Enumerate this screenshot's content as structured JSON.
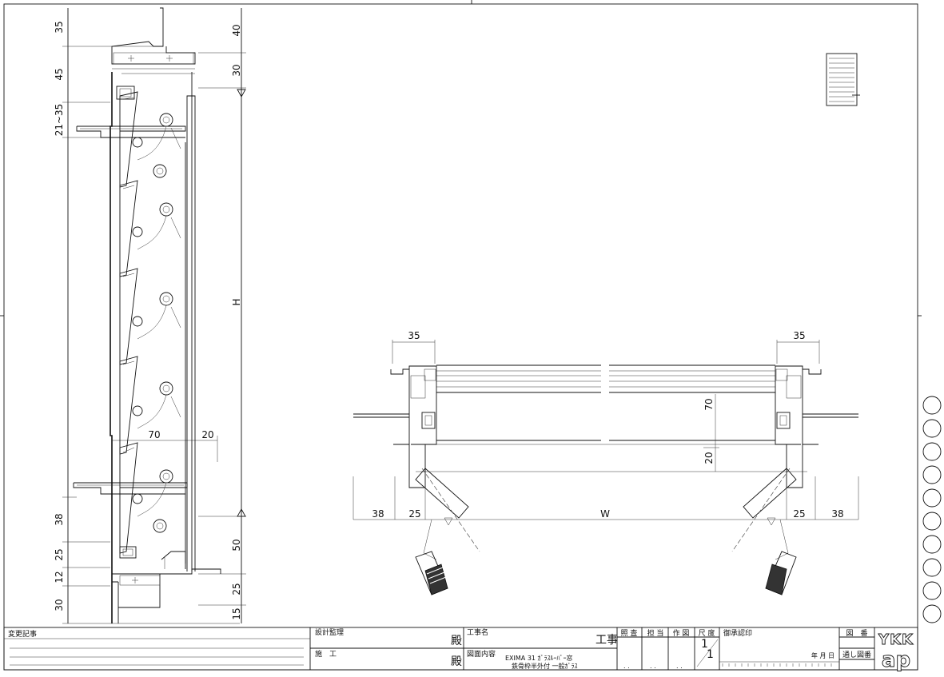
{
  "section_dims": {
    "left": [
      "35",
      "45",
      "21~35",
      "38",
      "25",
      "12",
      "30"
    ],
    "right": [
      "40",
      "30",
      "H",
      "50",
      "25",
      "15"
    ],
    "inner_70": "70",
    "inner_20": "20"
  },
  "plan_dims": {
    "top_left": "35",
    "top_right": "35",
    "v70": "70",
    "v20": "20",
    "b38_left": "38",
    "b25_left": "25",
    "w": "W",
    "b25_right": "25",
    "b38_right": "38"
  },
  "title_block": {
    "change_record": "変更記事",
    "design_supervision": "設計監理",
    "construction": "施　工",
    "dono1": "殿",
    "dono2": "殿",
    "project_name_label": "工事名",
    "project_suffix": "工事",
    "drawing_content_label": "図面内容",
    "drawing_line1": "EXIMA 31 ｶﾞﾗｽﾙｰﾊﾞｰ窓",
    "drawing_line2": "鉄骨枠半外付 一般ｶﾞﾗｽ",
    "check": "照 査",
    "charge": "担 当",
    "drafted": "作 図",
    "scale_label": "尺 度",
    "scale_top": "1",
    "scale_bottom": "1",
    "approval": "御承認印",
    "ymd": "年 月 日",
    "drawing_no": "図　番",
    "serial_no": "通し図番",
    "logo_line1": "YKK",
    "logo_line2": "ap"
  }
}
